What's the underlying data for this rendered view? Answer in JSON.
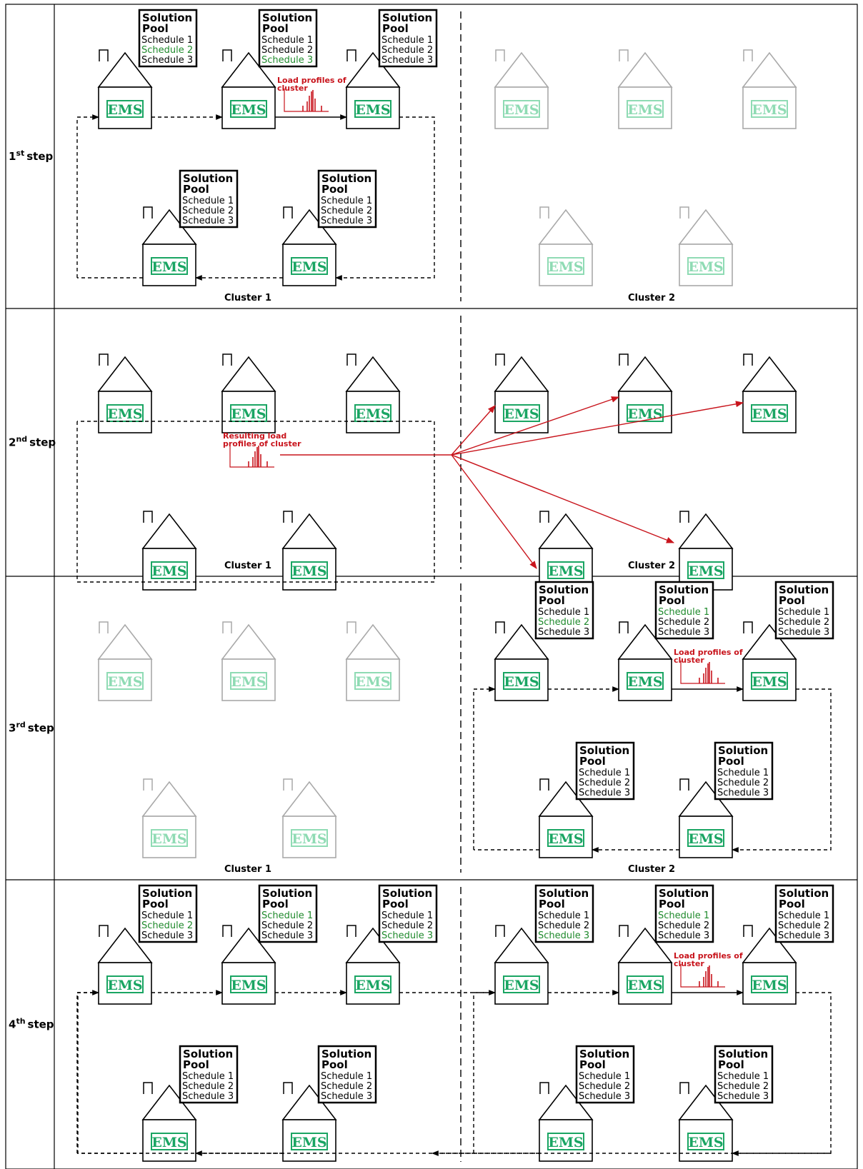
{
  "colors": {
    "ems_green": "#1aa563",
    "highlight_green": "#1f8a2c",
    "arrow_red": "#c8141c",
    "faded_gray": "#a9a9a9",
    "faded_green": "#8fdbb4"
  },
  "icons": {
    "house": "house-icon",
    "profile": "load-profile-chart-icon"
  },
  "house_label": "EMS",
  "solution_pool": {
    "title_line1": "Solution",
    "title_line2": "Pool",
    "items": [
      "Schedule 1",
      "Schedule 2",
      "Schedule 3"
    ]
  },
  "cluster_labels": [
    "Cluster 1",
    "Cluster 2"
  ],
  "load_profiles_label": [
    "Load profiles of",
    "cluster"
  ],
  "resulting_label": [
    "Resulting load",
    "profiles of cluster"
  ],
  "steps": [
    {
      "prefix": "1",
      "suffix": "st",
      "word": "step",
      "clusters": [
        {
          "state": "active",
          "pools": [
            2,
            3,
            null,
            null,
            null
          ],
          "profile": true
        },
        {
          "state": "faded"
        }
      ]
    },
    {
      "prefix": "2",
      "suffix": "nd",
      "word": "step",
      "clusters": [
        {
          "state": "result"
        },
        {
          "state": "receive"
        }
      ]
    },
    {
      "prefix": "3",
      "suffix": "rd",
      "word": "step",
      "clusters": [
        {
          "state": "faded"
        },
        {
          "state": "active",
          "pools": [
            2,
            1,
            null,
            null,
            null
          ],
          "profile": true
        }
      ]
    },
    {
      "prefix": "4",
      "suffix": "th",
      "word": "step",
      "clusters": [
        {
          "state": "active",
          "pools": [
            2,
            1,
            3,
            null,
            null
          ],
          "profile": false
        },
        {
          "state": "active",
          "pools": [
            3,
            1,
            null,
            null,
            null
          ],
          "profile": true
        }
      ]
    }
  ]
}
